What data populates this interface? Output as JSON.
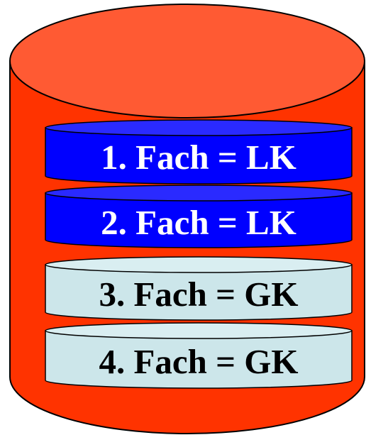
{
  "colors": {
    "outer_cylinder": "#ff3300",
    "outer_cylinder_top": "#ff5a33",
    "outline": "#000000",
    "lk_disk": "#0000ff",
    "lk_disk_top": "#2a2aff",
    "gk_disk": "#cce6ea",
    "gk_disk_top": "#d9eef1"
  },
  "disks": [
    {
      "label": "1. Fach = LK",
      "kind": "LK"
    },
    {
      "label": "2. Fach = LK",
      "kind": "LK"
    },
    {
      "label": "3. Fach = GK",
      "kind": "GK"
    },
    {
      "label": "4. Fach = GK",
      "kind": "GK"
    }
  ]
}
